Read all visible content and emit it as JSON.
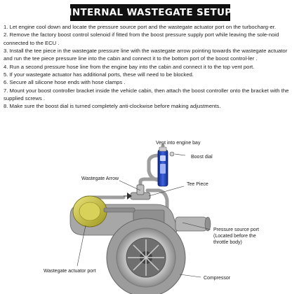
{
  "header": {
    "title": "INTERNAL WASTEGATE SETUP"
  },
  "instructions": [
    "1. Let engine cool down  and locate the pressure source port and the wastegate actuator port on the turbocharg-er.",
    "2. Remove the factory boost control solenoid if fitted from the boost pressure supply port while leaving the sole-noid connected to the ECU .",
    "3. Install the tee piece in the wastegate pressure line with the wastegate arrow pointing towards the wastegate actuator and run the tee piece pressure line into the cabin and connect it to the bottom port of the boost control-ler .",
    "4. Run a second pressure hose line from the engine bay into the cabin and connect it to the top vent port.",
    "5. If your wastegate actuator has additional ports, these will need to be blocked.",
    "6. Secure all silicone hose ends with hose clamps .",
    "7. Mount your boost controller bracket inside the vehicle cabin, then attach the boost controller onto the bracket with the supplied screws .",
    "8. Make sure the boost dial is turned completely anti-clockwise before making adjustments."
  ],
  "diagram": {
    "labels": {
      "vent": "Vent into engine bay",
      "boost_dial": "Boost dial",
      "wastegate_arrow": "Wastegate Arrow",
      "tee_piece": "Tee Piece",
      "pressure_source_1": "Pressure source port",
      "pressure_source_2": "(Located before the",
      "pressure_source_3": "throttle body)",
      "actuator_port": "Wastegate actuator port",
      "compressor": "Compressor"
    },
    "colors": {
      "hose": "#b9b9b9",
      "housing": "#9a9a9a",
      "actuator": "#c9c23a",
      "controller": "#1f3fbf"
    }
  }
}
